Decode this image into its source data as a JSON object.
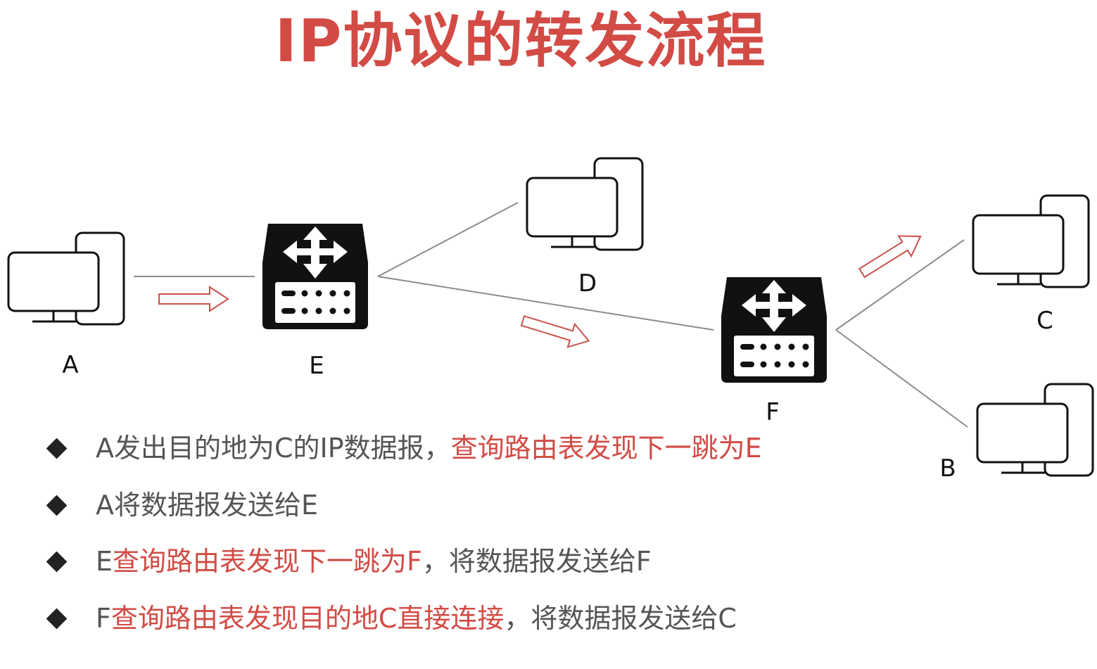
{
  "title": "IP协议的转发流程",
  "colors": {
    "accent": "#d24b45",
    "text": "#555555",
    "line": "#8c8c8c",
    "device": "#111111"
  },
  "nodes": {
    "A": "A",
    "E": "E",
    "D": "D",
    "F": "F",
    "C": "C",
    "B": "B"
  },
  "steps": [
    {
      "segments": [
        {
          "text": "A发出目的地为C的IP数据报，",
          "emph": false
        },
        {
          "text": "查询路由表发现下一跳为E",
          "emph": true
        }
      ]
    },
    {
      "segments": [
        {
          "text": "A将数据报发送给E",
          "emph": false
        }
      ]
    },
    {
      "segments": [
        {
          "text": "E",
          "emph": false
        },
        {
          "text": "查询路由表发现下一跳为F",
          "emph": true
        },
        {
          "text": "，将数据报发送给F",
          "emph": false
        }
      ]
    },
    {
      "segments": [
        {
          "text": "F",
          "emph": false
        },
        {
          "text": "查询路由表发现目的地C直接连接",
          "emph": true
        },
        {
          "text": "，将数据报发送给C",
          "emph": false
        }
      ]
    }
  ]
}
